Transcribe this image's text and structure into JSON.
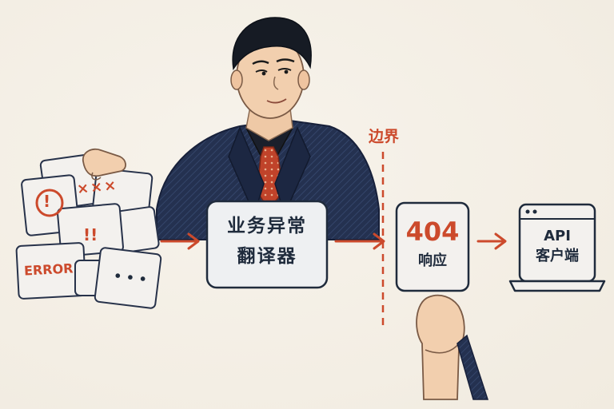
{
  "diagram": {
    "boundary_label": "边界",
    "translator_label_line1": "业务异常",
    "translator_label_line2": "翻译器",
    "response_code": "404",
    "response_label": "响应",
    "client_label_line1": "API",
    "client_label_line2": "客户端",
    "card_error_text": "ERROR",
    "card_cross_text": "×××",
    "card_bang_text": "!!",
    "card_exclaim_text": "!",
    "card_dots_text": "• • •"
  },
  "colors": {
    "background": "#f4efe6",
    "accent": "#cc4a2c",
    "ink": "#1e2a3a",
    "box_fill": "#eef0f2",
    "suit": "#1f2a44",
    "tie": "#c0432a"
  },
  "icons": [
    "error-card-icon",
    "arrow-right-icon",
    "laptop-icon",
    "person-illustration"
  ]
}
